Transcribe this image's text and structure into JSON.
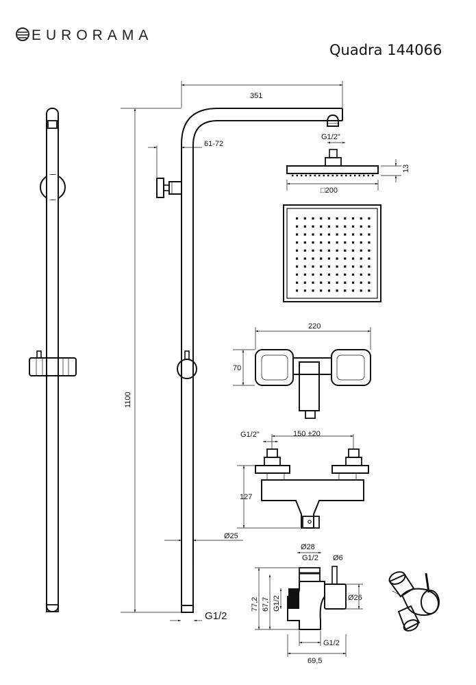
{
  "brand": {
    "name": "EURORAMA",
    "logo_icon": "eurorama-logo-icon"
  },
  "model": "Quadra 144066",
  "dimensions": {
    "arm_length": "351",
    "wall_offset": "61-72",
    "head_thread": "G1/2\"",
    "head_height": "13",
    "head_size": "□200",
    "mixer_width": "220",
    "mixer_height": "70",
    "mixer_inlet_thread": "G1/2\"",
    "mixer_inlet_spacing": "150 ±20",
    "mixer_depth": "127",
    "column_height": "1100",
    "tube_diameter": "Ø25",
    "bottom_thread": "G1/2",
    "diverter_top_diameter": "Ø28",
    "diverter_top_thread": "G1/2",
    "lever_diameter": "Ø6",
    "lever_body_diameter": "Ø26",
    "diverter_height_outer": "77,2",
    "diverter_height_inner": "67,7",
    "diverter_side_thread": "G1/2",
    "diverter_bottom_thread": "G1/2",
    "diverter_width": "69,5"
  }
}
